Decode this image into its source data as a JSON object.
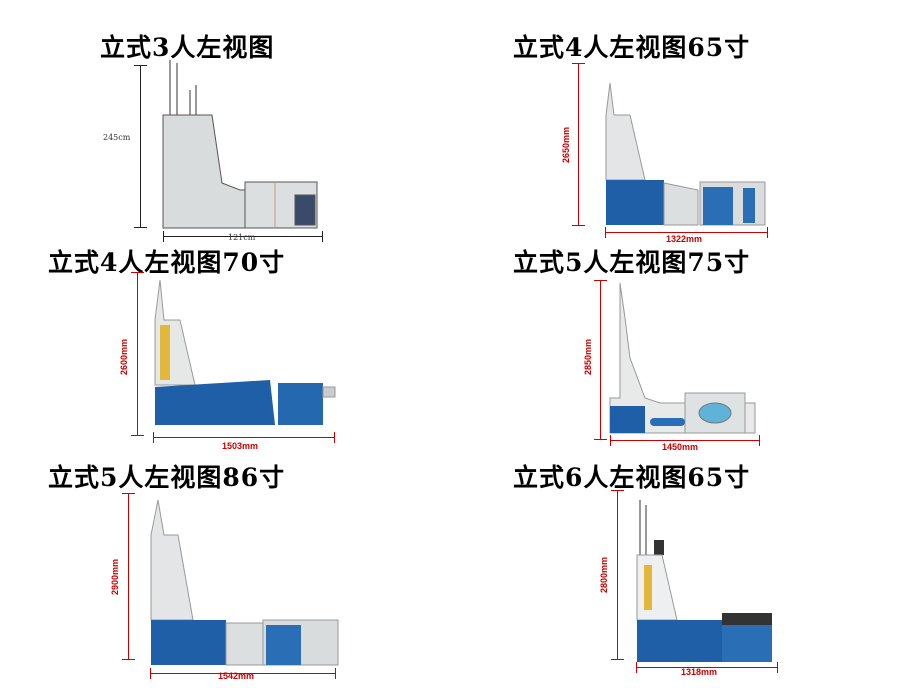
{
  "panels": [
    {
      "title": "立式3人左视图",
      "height_label": "245cm",
      "width_label": "121cm"
    },
    {
      "title": "立式4人左视图65寸",
      "height_label": "2650mm",
      "width_label": "1322mm"
    },
    {
      "title": "立式4人左视图70寸",
      "height_label": "2600mm",
      "width_label": "1503mm"
    },
    {
      "title": "立式5人左视图75寸",
      "height_label": "2850mm",
      "width_label": "1450mm"
    },
    {
      "title": "立式5人左视图86寸",
      "height_label": "2900mm",
      "width_label": "1542mm"
    },
    {
      "title": "立式6人左视图65寸",
      "height_label": "2800mm",
      "width_label": "1318mm"
    }
  ],
  "colors": {
    "dimension": "#cc0000",
    "cabinet": "#d8dadb",
    "panel_blue": "#1e5fa8"
  }
}
